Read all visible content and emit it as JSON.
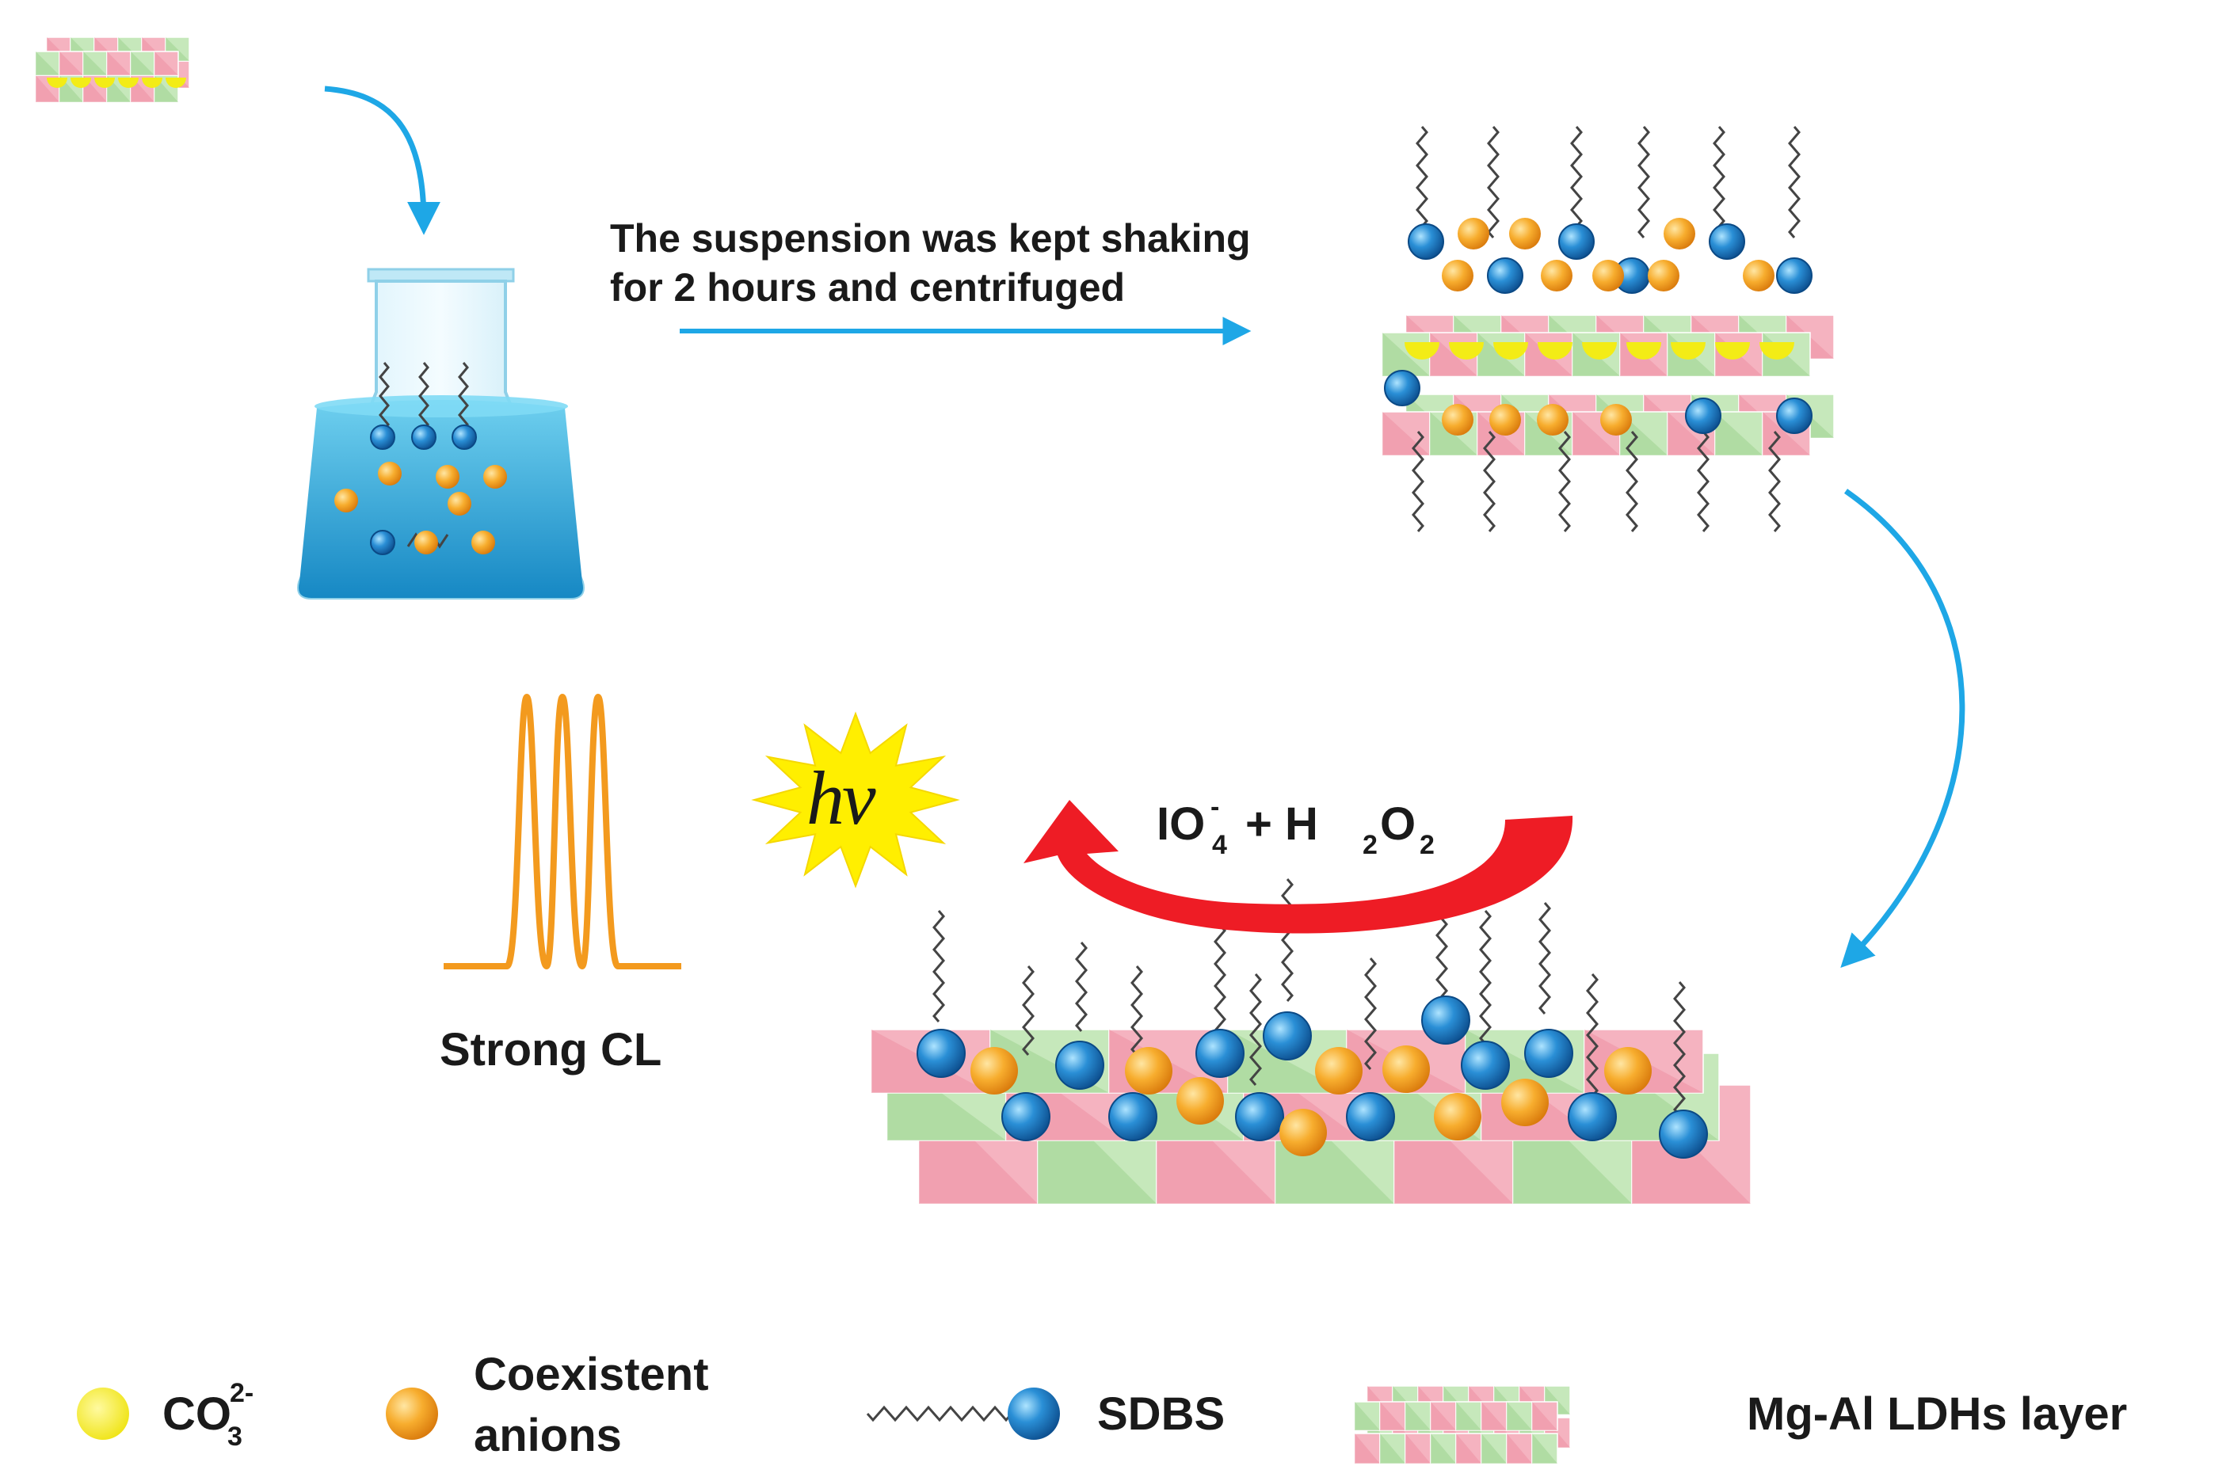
{
  "step": {
    "line1": "The suspension was kept shaking",
    "line2": "for 2 hours and centrifuged"
  },
  "reaction": {
    "io4": "IO",
    "io4_sub": "4",
    "io4_sup": "-",
    "plus": "+ H",
    "h2_sub": "2",
    "o": "O",
    "o2_sub": "2"
  },
  "photon": {
    "h": "h",
    "v": "ν"
  },
  "signal": {
    "label": "Strong CL"
  },
  "legend": {
    "carbonate": {
      "base": "CO",
      "sub": "3",
      "sup": "2-"
    },
    "anions": {
      "line1": "Coexistent",
      "line2": "anions"
    },
    "sdbs": "SDBS",
    "layer": "Mg-Al LDHs layer"
  },
  "colors": {
    "arrow_blue": "#1ea7e6",
    "arrow_red": "#ee1c25",
    "carbonate_yellow": "#f3ec16",
    "anion_orange": "#f5a623",
    "sdbs_blue": "#1f7fc2",
    "peak_orange": "#f39a1e",
    "star_yellow": "#ffef00",
    "layer_pink": "#f7a9b8",
    "layer_green": "#b4e0a8",
    "flask_liquid": "#29a9d6"
  }
}
